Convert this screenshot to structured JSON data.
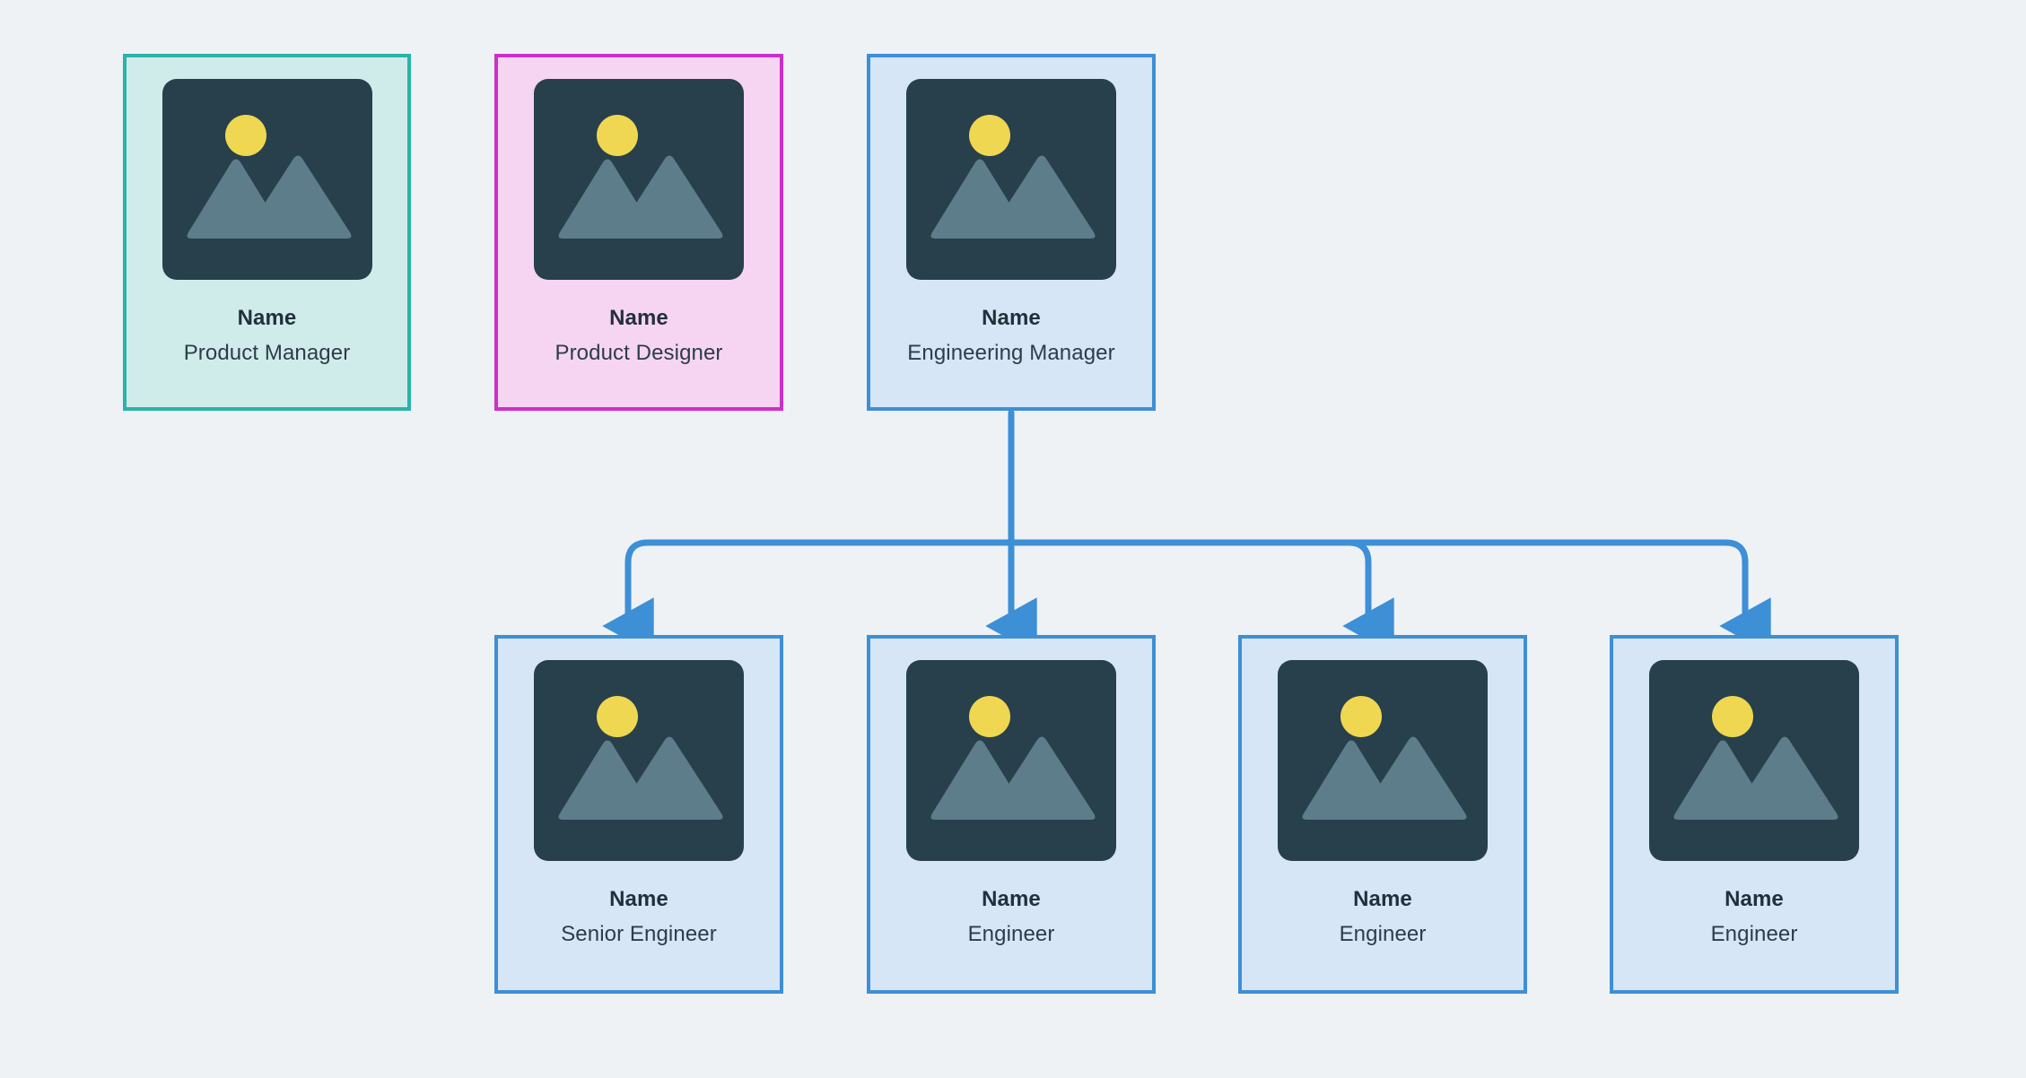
{
  "diagram": {
    "type": "org-chart",
    "background_color": "#eef2f5",
    "connector_color": "#3d8fd6",
    "photo_placeholder": {
      "icon": "image-placeholder-icon",
      "frame_color": "#27404c",
      "sun_color": "#f0d751",
      "mountain_color": "#5d7d8a"
    }
  },
  "nodes": {
    "product_manager": {
      "name": "Name",
      "role": "Product Manager",
      "fill_color": "#d0ecea",
      "border_color": "#2bb3a9"
    },
    "product_designer": {
      "name": "Name",
      "role": "Product Designer",
      "fill_color": "#f5d5f2",
      "border_color": "#cc2fcc"
    },
    "engineering_manager": {
      "name": "Name",
      "role": "Engineering Manager",
      "fill_color": "#d6e6f7",
      "border_color": "#3d8fd6"
    },
    "senior_engineer": {
      "name": "Name",
      "role": "Senior Engineer",
      "fill_color": "#d6e6f7",
      "border_color": "#3d8fd6"
    },
    "engineer_1": {
      "name": "Name",
      "role": "Engineer",
      "fill_color": "#d6e6f7",
      "border_color": "#3d8fd6"
    },
    "engineer_2": {
      "name": "Name",
      "role": "Engineer",
      "fill_color": "#d6e6f7",
      "border_color": "#3d8fd6"
    },
    "engineer_3": {
      "name": "Name",
      "role": "Engineer",
      "fill_color": "#d6e6f7",
      "border_color": "#3d8fd6"
    }
  },
  "edges": [
    {
      "from": "engineering_manager",
      "to": "senior_engineer"
    },
    {
      "from": "engineering_manager",
      "to": "engineer_1"
    },
    {
      "from": "engineering_manager",
      "to": "engineer_2"
    },
    {
      "from": "engineering_manager",
      "to": "engineer_3"
    }
  ]
}
